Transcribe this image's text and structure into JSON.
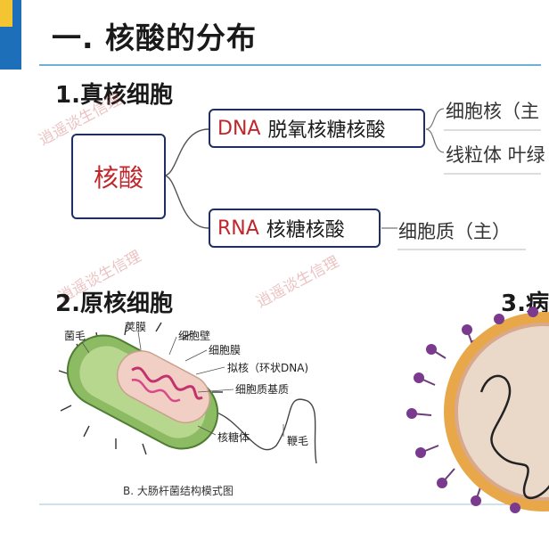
{
  "header": {
    "title": "一. 核酸的分布"
  },
  "section1": {
    "heading": "1.真核细胞",
    "root": "核酸",
    "dna": {
      "abbr": "DNA",
      "name": "脱氧核糖核酸",
      "locations": [
        "细胞核（主",
        "线粒体 叶绿"
      ]
    },
    "rna": {
      "abbr": "RNA",
      "name": "核糖核酸",
      "location": "细胞质（主）"
    }
  },
  "section2": {
    "heading": "2.原核细胞",
    "labels": [
      "菌毛",
      "荚膜",
      "细胞壁",
      "细胞膜",
      "拟核（环状DNA)",
      "细胞质基质",
      "核糖体",
      "鞭毛"
    ],
    "caption": "B. 大肠杆菌结构模式图"
  },
  "section3": {
    "heading": "3.病"
  },
  "watermark": "逍遥谈生信理",
  "colors": {
    "accent_blue": "#1c6fb8",
    "accent_red": "#c0272d",
    "box_border": "#1f2f66"
  }
}
